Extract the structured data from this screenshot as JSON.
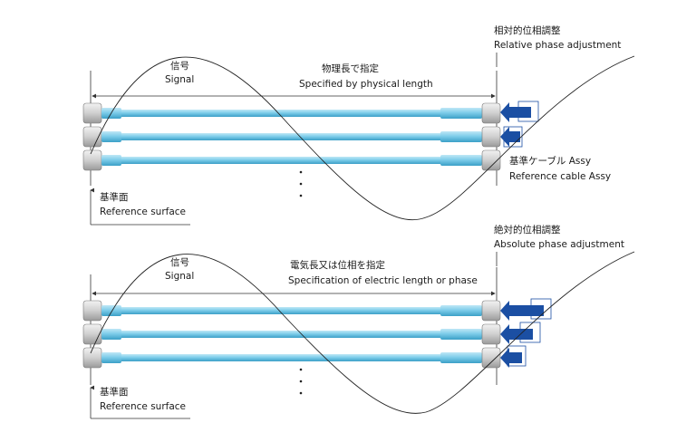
{
  "colors": {
    "cable": "#7ecdea",
    "cable_dark": "#3b9fc7",
    "connector": "#d4d4d4",
    "arrow": "#1b4fa3",
    "line": "#333333"
  },
  "top": {
    "signal_jp": "信号",
    "signal_en": "Signal",
    "length_jp": "物理長で指定",
    "length_en": "Specified by physical length",
    "adjust_jp": "相対的位相調整",
    "adjust_en": "Relative phase adjustment",
    "reference_cable_jp": "基準ケーブル Assy",
    "reference_cable_en": "Reference cable Assy",
    "surface_jp": "基準面",
    "surface_en": "Reference surface"
  },
  "bottom": {
    "signal_jp": "信号",
    "signal_en": "Signal",
    "length_jp": "電気長又は位相を指定",
    "length_en": "Specification of electric length or phase",
    "adjust_jp": "絶対的位相調整",
    "adjust_en": "Absolute phase adjustment",
    "surface_jp": "基準面",
    "surface_en": "Reference surface"
  }
}
